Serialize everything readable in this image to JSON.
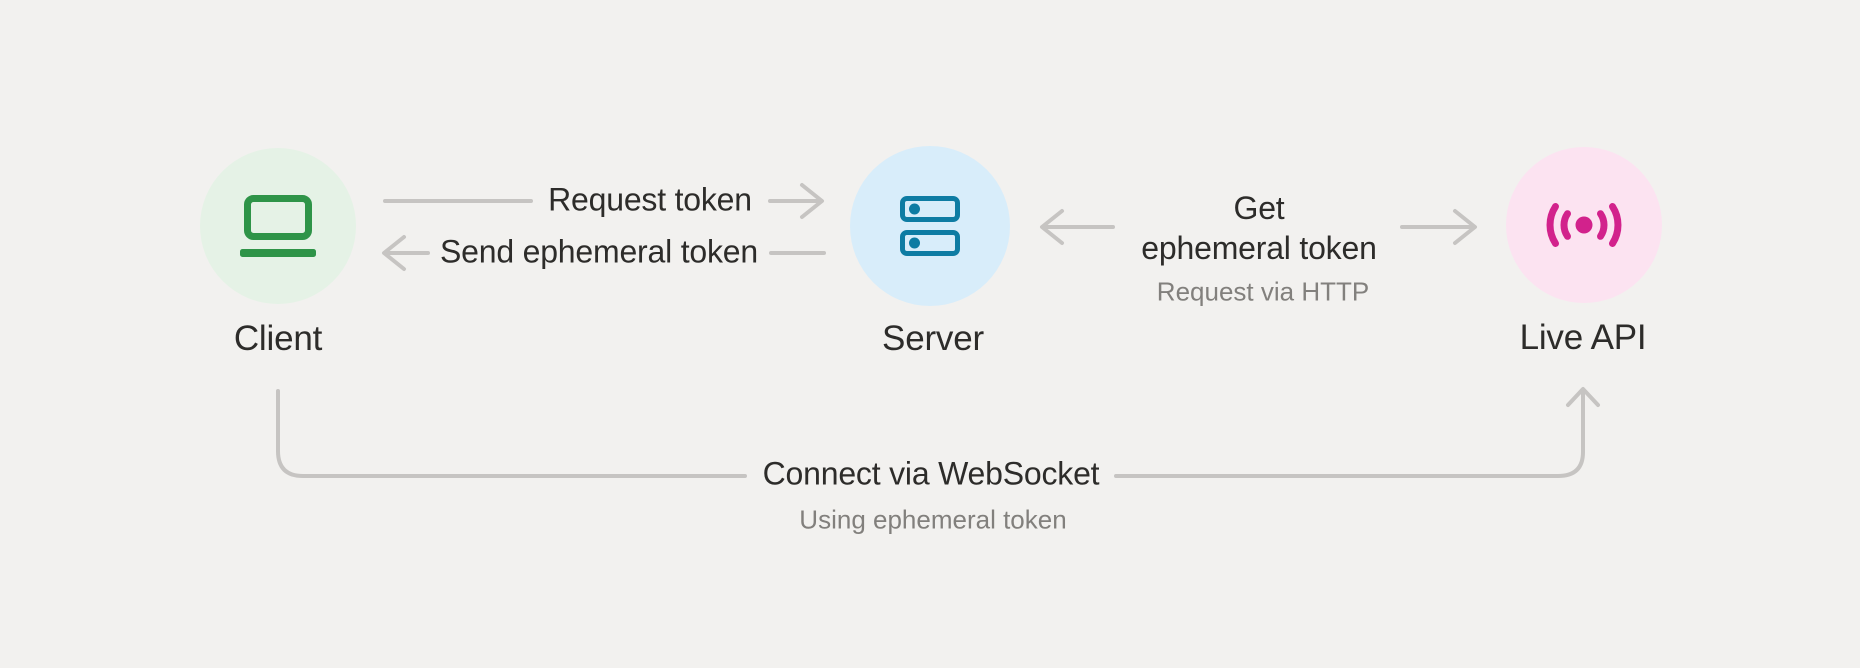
{
  "diagram": {
    "type": "flow-diagram",
    "colors": {
      "background": "#f2f1ef",
      "text_dark": "#2d2c2a",
      "text_gray": "#82807d",
      "arrow_gray": "#c6c4c2",
      "client_icon": "#2e9448",
      "client_circle": "#e5f2e6",
      "server_icon": "#0e7ca3",
      "server_circle": "#d8edfa",
      "live_api_icon": "#d2228c",
      "live_api_circle": "#fce3f1"
    },
    "nodes": {
      "client": {
        "label": "Client",
        "icon": "laptop-icon"
      },
      "server": {
        "label": "Server",
        "icon": "server-stack-icon"
      },
      "live_api": {
        "label": "Live API",
        "icon": "live-broadcast-icon"
      }
    },
    "edges": {
      "request_token": {
        "label": "Request token"
      },
      "send_ephemeral_token": {
        "label": "Send ephemeral token"
      },
      "get_ephemeral_token": {
        "label_line1": "Get",
        "label_line2": "ephemeral token",
        "sublabel": "Request via HTTP"
      },
      "connect_via_websocket": {
        "label": "Connect via WebSocket",
        "sublabel": "Using ephemeral token"
      }
    }
  }
}
